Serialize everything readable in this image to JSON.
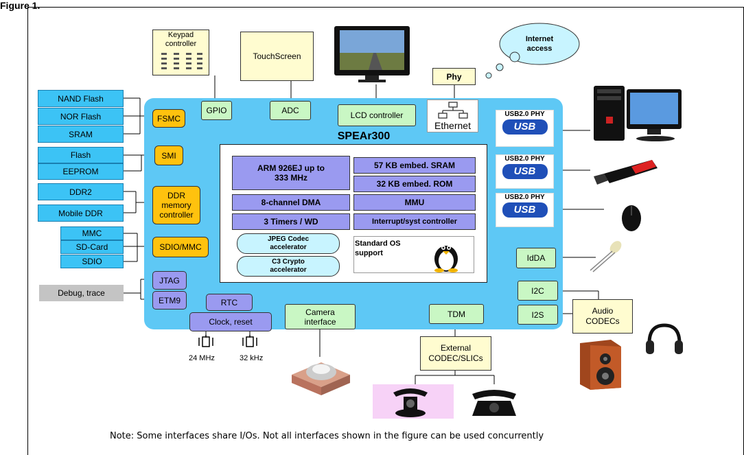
{
  "figure": {
    "title": "Figure 1."
  },
  "chip": {
    "name": "SPEAr300"
  },
  "external": {
    "keypad": "Keypad controller",
    "touchscreen": "TouchScreen",
    "internet": "Internet access",
    "phy": "Phy",
    "ethernet": "Ethernet",
    "nand": "NAND Flash",
    "nor": "NOR Flash",
    "sram": "SRAM",
    "flash": "Flash",
    "eeprom": "EEPROM",
    "ddr2": "DDR2",
    "mobile_ddr": "Mobile DDR",
    "mmc": "MMC",
    "sdcard": "SD-Card",
    "sdio": "SDIO",
    "debug": "Debug, trace",
    "audio": "Audio CODECs",
    "codec_slic": "External CODEC/SLICs",
    "mhz": "24 MHz",
    "khz": "32 kHz"
  },
  "interfaces": {
    "gpio": "GPIO",
    "adc": "ADC",
    "lcd": "LCD controller",
    "fsmc": "FSMC",
    "smi": "SMI",
    "ddr": "DDR memory controller",
    "sdio_mmc": "SDIO/MMC",
    "jtag": "JTAG",
    "etm9": "ETM9",
    "rtc": "RTC",
    "clock": "Clock, reset",
    "camera": "Camera interface",
    "tdm": "TDM",
    "idda": "IdDA",
    "i2c": "I2C",
    "i2s": "I2S"
  },
  "core": {
    "arm": "ARM 926EJ up to 333 MHz",
    "sram": "57 KB embed. SRAM",
    "rom": "32 KB embed. ROM",
    "dma": "8-channel DMA",
    "mmu": "MMU",
    "timers": "3 Timers / WD",
    "interrupt": "Interrupt/syst controller",
    "jpeg": "JPEG Codec accelerator",
    "crypto": "C3 Crypto accelerator",
    "os": "Standard OS support"
  },
  "usb": {
    "phy_label": "USB2.0 PHY",
    "logo_text": "USB"
  },
  "note": "Note: Some interfaces share I/Os. Not all interfaces shown in the figure can be used concurrently",
  "colors": {
    "chip": "#5ec8f5",
    "memory": "#3cc3f5",
    "controller": "#ffc20e",
    "peripheral": "#c9f7c4",
    "core_block": "#9a9af0",
    "accelerator": "#c8f4ff"
  }
}
